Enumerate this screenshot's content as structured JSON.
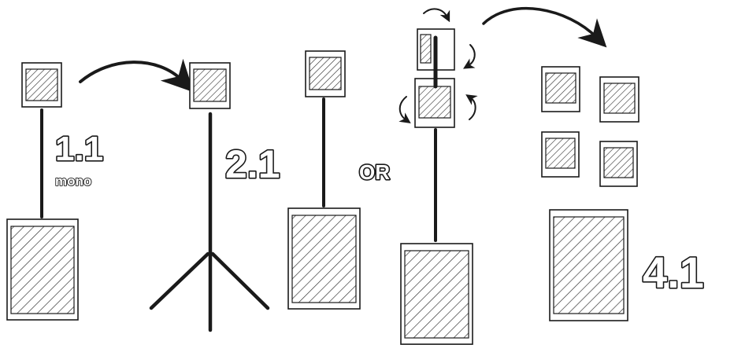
{
  "labels": {
    "config_1": "1.1",
    "config_1_sub": "mono",
    "config_2": "2.1",
    "or": "OR",
    "config_4": "4.1"
  }
}
